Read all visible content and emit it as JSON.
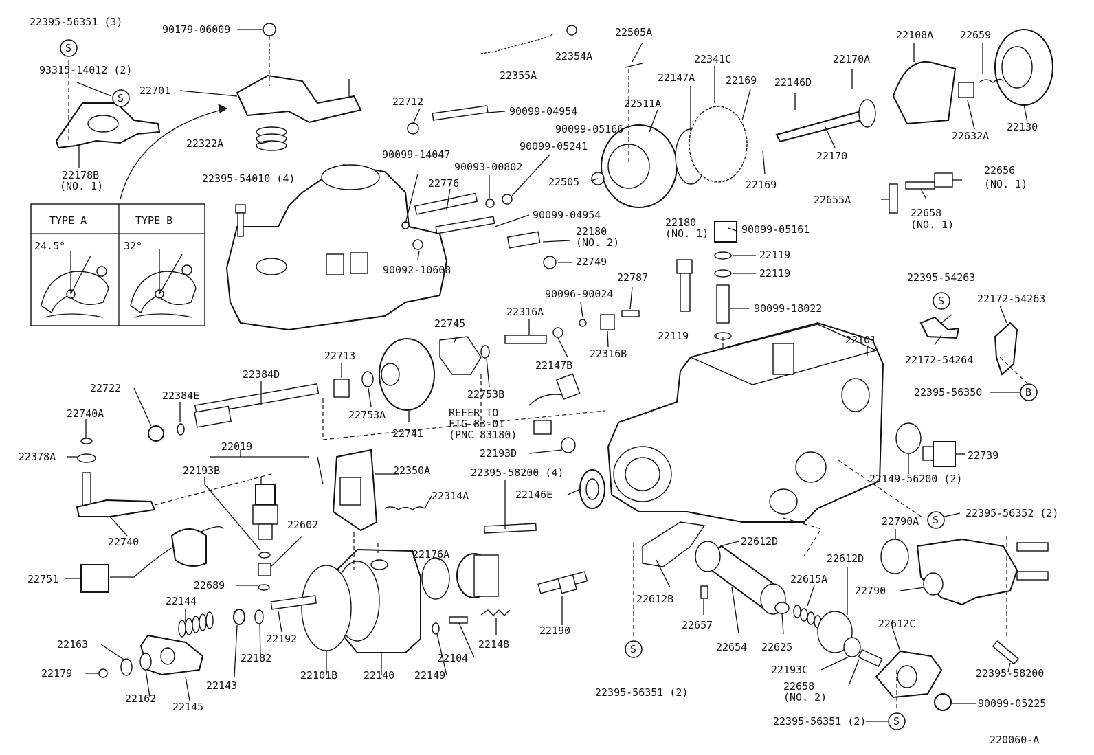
{
  "diagram_id": "220060-A",
  "inset": {
    "type_a": "TYPE  A",
    "type_b": "TYPE  B",
    "angle_a": "24.5°",
    "angle_b": "32°"
  },
  "symbols": {
    "s": "S",
    "b": "B"
  },
  "refer": {
    "line1": "REFER TO",
    "line2": "FIG 83-01",
    "line3": "(PNC 83180)"
  },
  "labels": {
    "p22395_56351_3": "22395-56351 (3)",
    "p90179_06009": "90179-06009",
    "p93315_14012_2": "93315-14012 (2)",
    "p22701": "22701",
    "p22322a": "22322A",
    "p22178b": "22178B",
    "p22178b_no": "(NO. 1)",
    "p22355a": "22355A",
    "p22354a": "22354A",
    "p22505a": "22505A",
    "p22341c": "22341C",
    "p22147a": "22147A",
    "p22169_top": "22169",
    "p22146d": "22146D",
    "p22170a": "22170A",
    "p22108a": "22108A",
    "p22659": "22659",
    "p22130": "22130",
    "p22632a": "22632A",
    "p22170": "22170",
    "p22169_bot": "22169",
    "p22511a": "22511A",
    "p90099_05166": "90099-05166",
    "p22505": "22505",
    "p22712": "22712",
    "p90099_04954_a": "90099-04954",
    "p90099_14047": "90099-14047",
    "p90099_05241": "90099-05241",
    "p90093_00802": "90093-00802",
    "p22776": "22776",
    "p22395_54010_4": "22395-54010 (4)",
    "p90099_04954_b": "90099-04954",
    "p22180_no2": "22180",
    "p22180_no2_sub": "(NO. 2)",
    "p22749": "22749",
    "p90092_10608": "90092-10608",
    "p22180_no1": "22180",
    "p22180_no1_sub": "(NO. 1)",
    "p90099_05161": "90099-05161",
    "p22119_a": "22119",
    "p22119_b": "22119",
    "p90099_18022": "90099-18022",
    "p22119_c": "22119",
    "p22656": "22656",
    "p22656_sub": "(NO. 1)",
    "p22655a": "22655A",
    "p22658_no1": "22658",
    "p22658_no1_sub": "(NO. 1)",
    "p22395_54263": "22395-54263",
    "p22172_54263": "22172-54263",
    "p22172_54264": "22172-54264",
    "p22395_56350": "22395-56350",
    "p22787": "22787",
    "p90096_90024": "90096-90024",
    "p22316a": "22316A",
    "p22745": "22745",
    "p22713": "22713",
    "p22147b": "22147B",
    "p22316b": "22316B",
    "p22101": "22101",
    "p22384d": "22384D",
    "p22722": "22722",
    "p22384e": "22384E",
    "p22753b": "22753B",
    "p22753a": "22753A",
    "p22741": "22741",
    "p22740a": "22740A",
    "p22378a": "22378A",
    "p22019": "22019",
    "p22193b": "22193B",
    "p22350a": "22350A",
    "p22193d": "22193D",
    "p22395_58200_4": "22395-58200 (4)",
    "p22314a": "22314A",
    "p22146e": "22146E",
    "p22739": "22739",
    "p22149_56200_2": "22149-56200 (2)",
    "p22740": "22740",
    "p22602": "22602",
    "p22751": "22751",
    "p22689": "22689",
    "p22176a": "22176A",
    "p22612d_a": "22612D",
    "p22395_56352_2": "22395-56352 (2)",
    "p22790a": "22790A",
    "p22612d_b": "22612D",
    "p22144": "22144",
    "p22615a": "22615A",
    "p22790": "22790",
    "p22612b": "22612B",
    "p22163": "22163",
    "p22192": "22192",
    "p22148": "22148",
    "p22190": "22190",
    "p22657": "22657",
    "p22612c": "22612C",
    "p22179": "22179",
    "p22182": "22182",
    "p22104": "22104",
    "p22654": "22654",
    "p22625": "22625",
    "p22143": "22143",
    "p22101b": "22101B",
    "p22140": "22140",
    "p22149": "22149",
    "p22193c": "22193C",
    "p22162": "22162",
    "p22145": "22145",
    "p22658_no2": "22658",
    "p22658_no2_sub": "(NO. 2)",
    "p22395_58200": "22395-58200",
    "p22395_56351_2a": "22395-56351 (2)",
    "p22395_56351_2b": "22395-56351 (2)",
    "p90099_05225": "90099-05225"
  }
}
